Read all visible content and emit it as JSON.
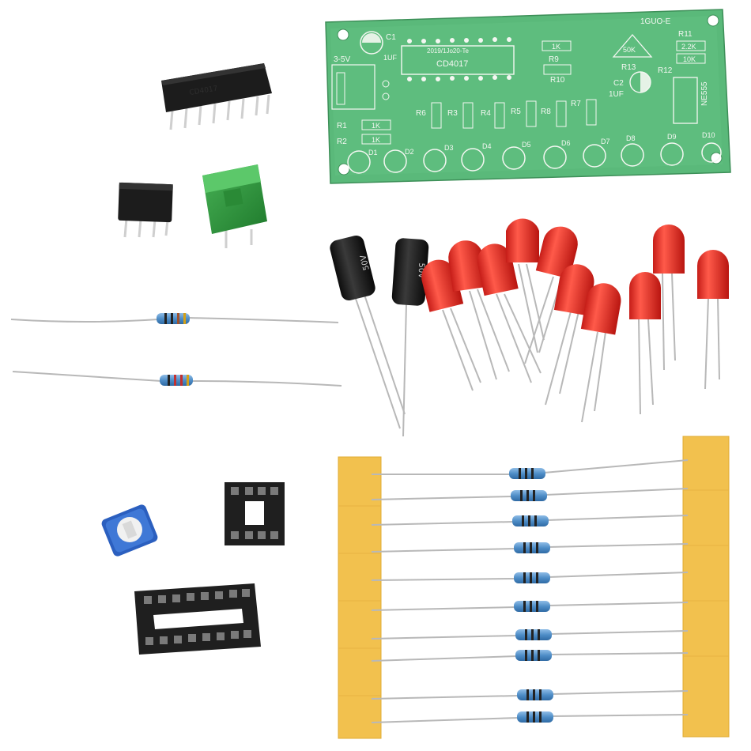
{
  "scene": {
    "description_alt": "Electronic kit components: CD4017 LED chaser PCB with ICs, LEDs, capacitors, resistors and sockets",
    "background": "#ffffff"
  },
  "pcb": {
    "color": "#56b776",
    "silk_color": "#f4f7f2",
    "model_label": "1GUO-E",
    "chip_label": "CD4017",
    "chip_sublabel": "2019/1Jo20-Te",
    "c1_label": "C1",
    "cap_small_label": "1UF",
    "voltage_label": "3-5V",
    "pot_label": "50K",
    "r13_label": "R13",
    "r12_label": "R12",
    "r11_label": "R11",
    "c2_label": "C2",
    "c2_value": "1UF",
    "ne555_label": "NE555",
    "r11_value": "2.2K",
    "r12_value": "10K",
    "r9_label": "R9",
    "r10_label": "R10",
    "r1_label": "R1",
    "r2_label": "R2",
    "resistor_value_1k": "1K",
    "resistor_labels": [
      "R6",
      "R3",
      "R4",
      "R5",
      "R8",
      "R7"
    ],
    "led_labels": [
      "D1",
      "D2",
      "D3",
      "D4",
      "D5",
      "D6",
      "D7",
      "D8",
      "D9",
      "D10"
    ]
  },
  "parts": {
    "capacitor_rating": "50V",
    "capacitor_color": "#1b1b1b",
    "led_color": "#e8312c",
    "resistor_body_color": "#4f8ec8",
    "tape_color": "#f2c14e",
    "socket_color": "#262626",
    "terminal_color": "#2f9a3f",
    "trimpot_color": "#2b5fbf"
  }
}
